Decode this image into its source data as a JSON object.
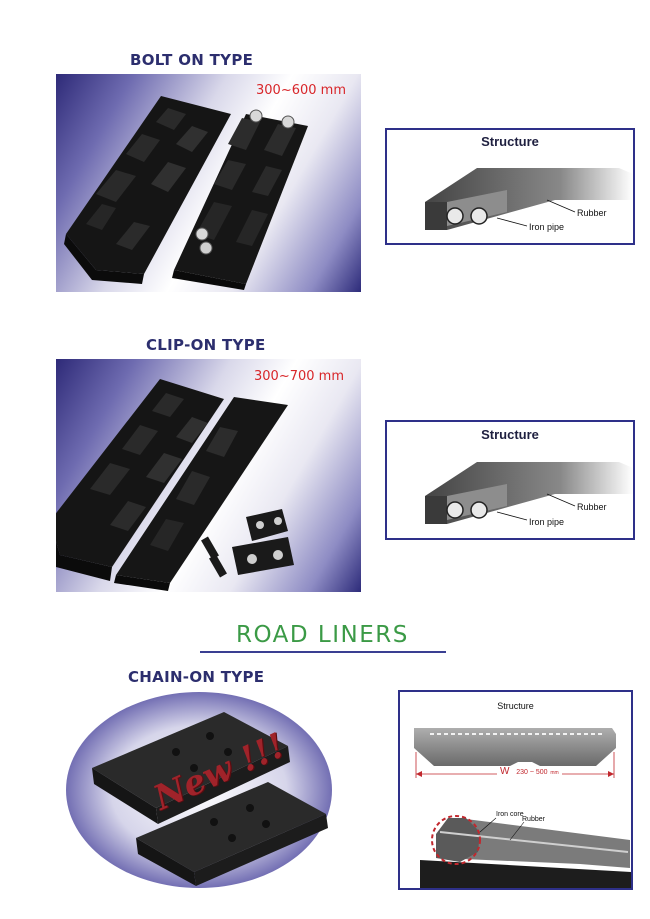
{
  "sections": {
    "bolt_on": {
      "title": "BOLT ON TYPE",
      "size_range": "300~600 mm",
      "structure": {
        "title": "Structure",
        "label_rubber": "Rubber",
        "label_pipe": "Iron pipe"
      }
    },
    "clip_on": {
      "title": "CLIP-ON TYPE",
      "size_range": "300~700 mm",
      "structure": {
        "title": "Structure",
        "label_rubber": "Rubber",
        "label_pipe": "Iron pipe"
      }
    },
    "road_liners": {
      "title": "ROAD LINERS"
    },
    "chain_on": {
      "title": "CHAIN-ON TYPE",
      "badge": "New !!!",
      "structure": {
        "title": "Structure",
        "width_symbol": "W",
        "width_range": "230 ~ 500",
        "width_unit": "mm",
        "label_core": "Iron core",
        "label_rubber": "Rubber"
      }
    }
  },
  "colors": {
    "navy": "#2e3089",
    "red_text": "#d8262a",
    "green_title": "#3b9a46",
    "rubber": "#1b1b1b"
  }
}
